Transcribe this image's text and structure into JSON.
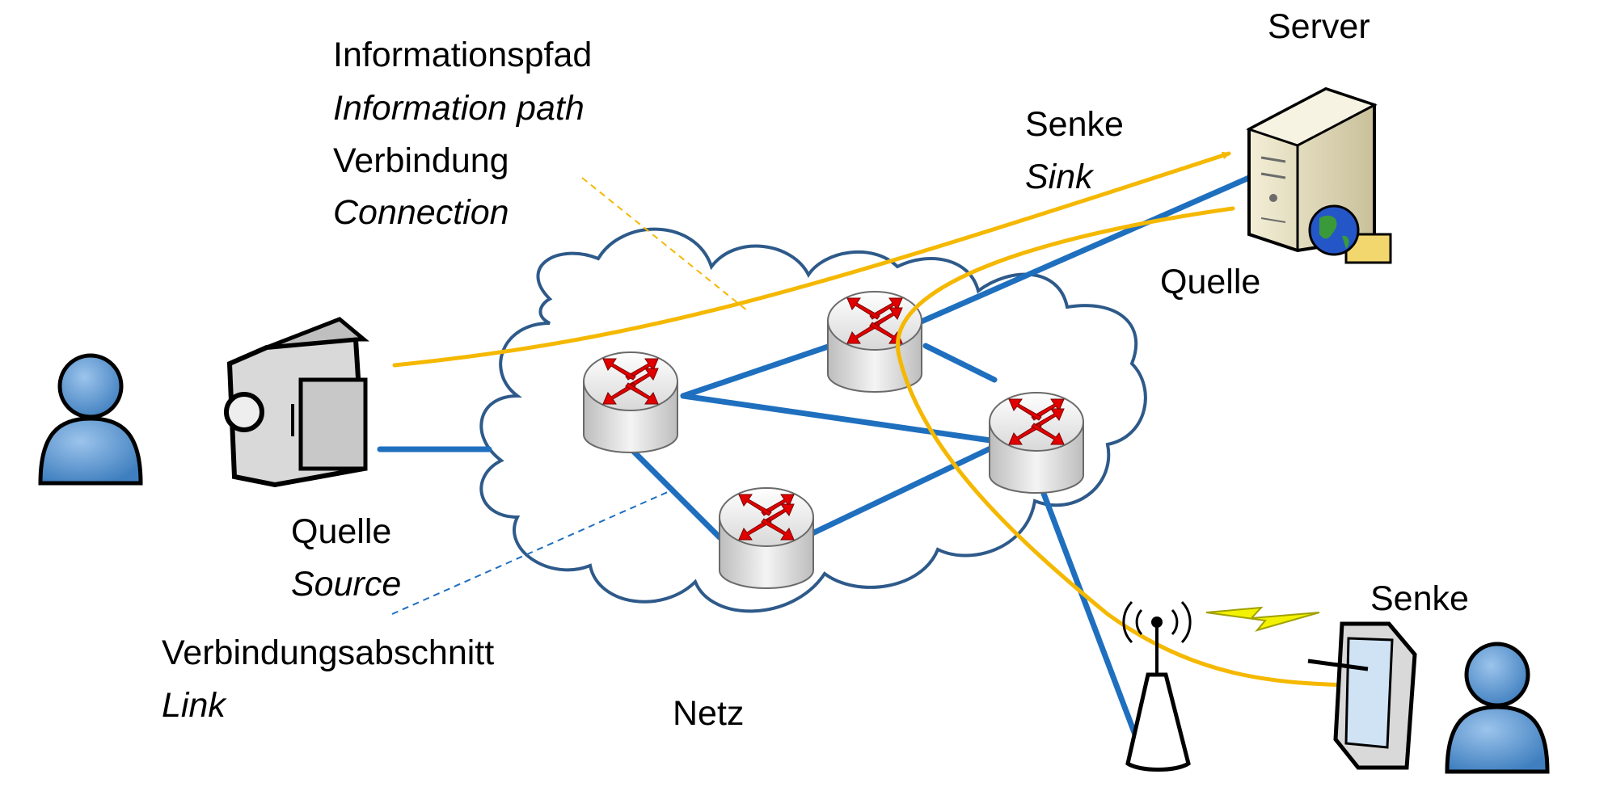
{
  "labels": {
    "info_path_de": "Informationspfad",
    "info_path_en": "Information path",
    "connection_de": "Verbindung",
    "connection_en": "Connection",
    "server": "Server",
    "sink_top_de": "Senke",
    "sink_top_en": "Sink",
    "source_server_de": "Quelle",
    "source_camera_de": "Quelle",
    "source_camera_en": "Source",
    "link_de": "Verbindungsabschnitt",
    "link_en": "Link",
    "network": "Netz",
    "sink_tablet_de": "Senke"
  },
  "colors": {
    "link": "#1f6fbf",
    "path": "#f5b800",
    "cloud_stroke": "#2e5a8a",
    "router_arrow": "#e00000",
    "user_fill": "#5b9bd5",
    "bolt": "#f2f200"
  },
  "icons": [
    "user-icon",
    "camera-icon",
    "router-icon",
    "server-icon",
    "globe-icon",
    "antenna-icon",
    "tablet-icon",
    "lightning-icon"
  ]
}
